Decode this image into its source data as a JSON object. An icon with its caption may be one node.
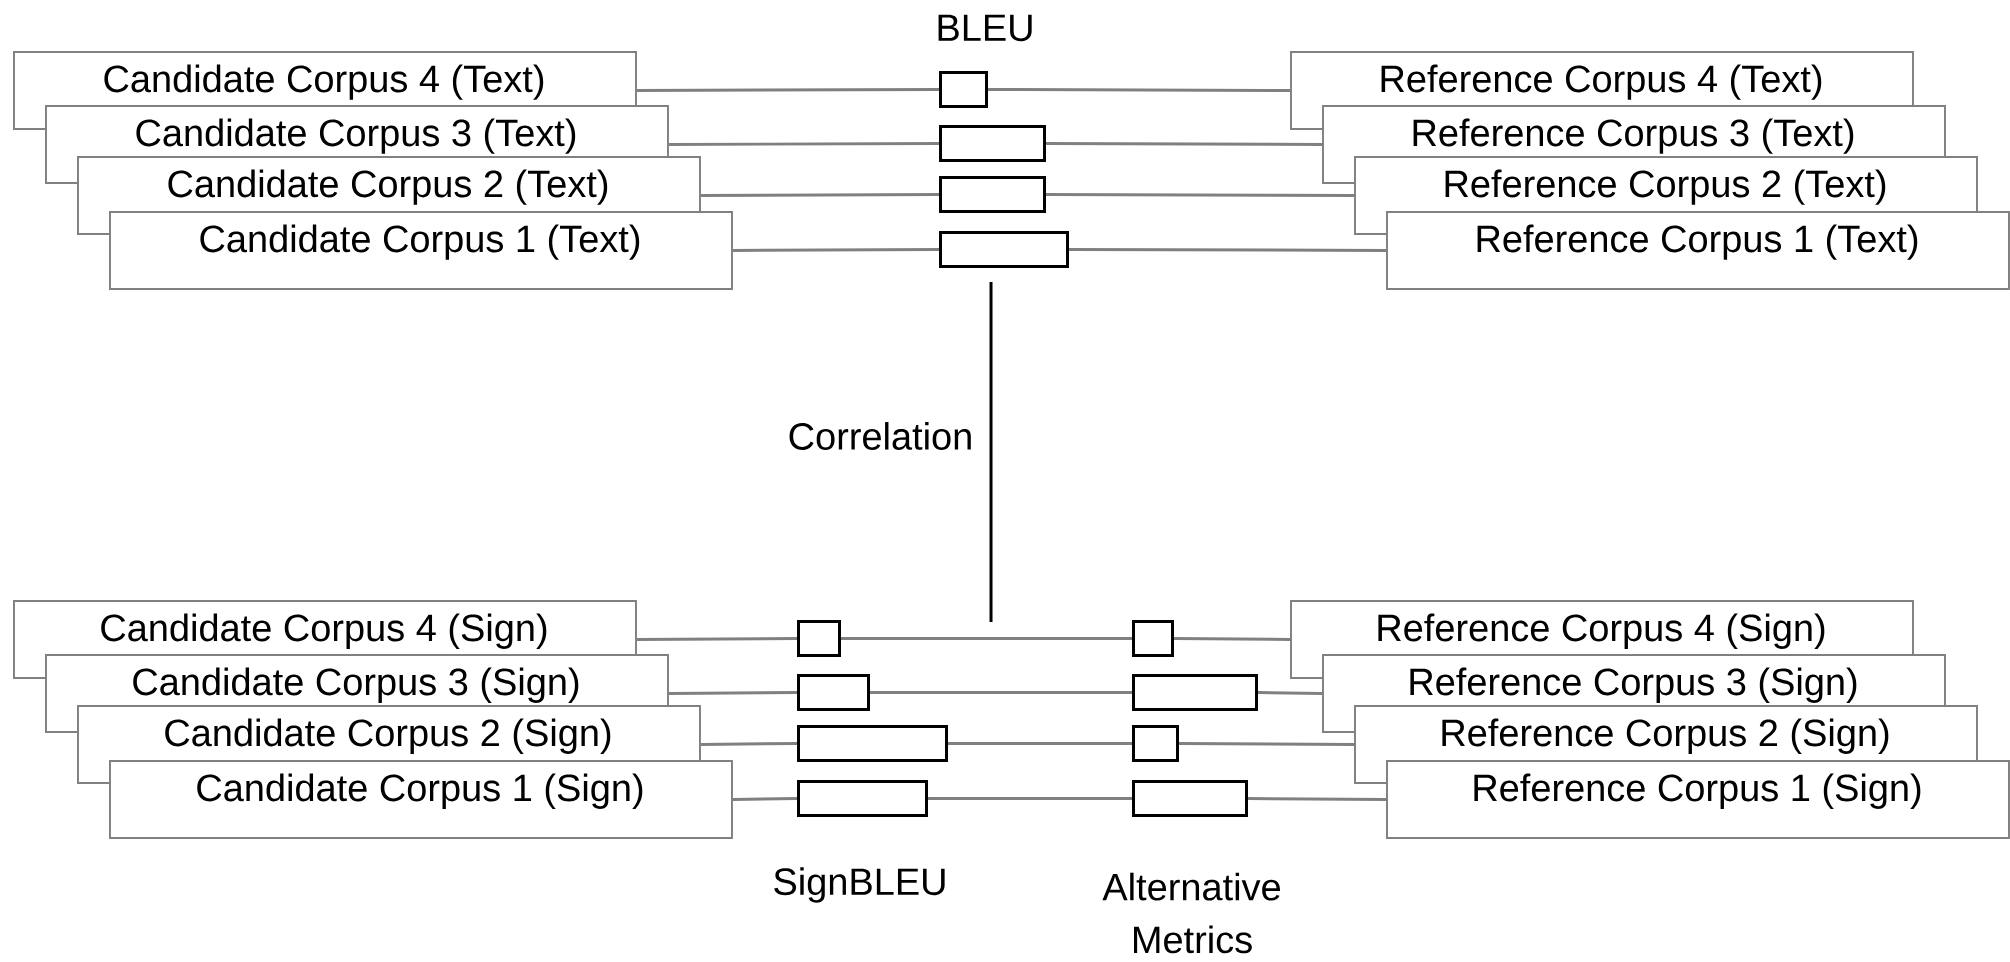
{
  "diagram": {
    "nodes": [
      {
        "text": [
          "Candidate Corpus 4 (Text)"
        ]
      },
      {
        "text": [
          "Candidate Corpus 3 (Text)"
        ]
      },
      {
        "text": [
          "Candidate Corpus 2 (Text)"
        ]
      },
      {
        "text": [
          "Candidate Corpus 1 (Text)"
        ]
      },
      {
        "text": [],
        "shape": "bar"
      },
      {
        "text": [],
        "shape": "bar"
      },
      {
        "text": [],
        "shape": "bar"
      },
      {
        "text": [],
        "shape": "bar"
      },
      {
        "text": [
          "Reference Corpus 4 (Text)"
        ]
      },
      {
        "text": [
          "Reference Corpus 3 (Text)"
        ]
      },
      {
        "text": [
          "Reference Corpus 2 (Text)"
        ]
      },
      {
        "text": [
          "Reference Corpus 1 (Text)"
        ]
      },
      {
        "text": [
          "Candidate Corpus 4 (Sign)"
        ]
      },
      {
        "text": [
          "Candidate Corpus 3 (Sign)"
        ]
      },
      {
        "text": [
          "Candidate Corpus 2 (Sign)"
        ]
      },
      {
        "text": [
          "Candidate Corpus 1 (Sign)"
        ]
      },
      {
        "text": [],
        "shape": "bar"
      },
      {
        "text": [],
        "shape": "bar"
      },
      {
        "text": [],
        "shape": "bar"
      },
      {
        "text": [],
        "shape": "bar"
      },
      {
        "text": [],
        "shape": "bar"
      },
      {
        "text": [],
        "shape": "bar"
      },
      {
        "text": [],
        "shape": "bar"
      },
      {
        "text": [],
        "shape": "bar"
      },
      {
        "text": [
          "Reference Corpus 4 (Sign)"
        ]
      },
      {
        "text": [
          "Reference Corpus 3 (Sign)"
        ]
      },
      {
        "text": [
          "Reference Corpus 2 (Sign)"
        ]
      },
      {
        "text": [
          "Reference Corpus 1 (Sign)"
        ]
      }
    ],
    "edges": [
      {
        "from": 0,
        "to": 4,
        "arrow": "none"
      },
      {
        "from": 1,
        "to": 5,
        "arrow": "none"
      },
      {
        "from": 2,
        "to": 6,
        "arrow": "none"
      },
      {
        "from": 3,
        "to": 7,
        "arrow": "none"
      },
      {
        "from": 4,
        "to": 8,
        "arrow": "none"
      },
      {
        "from": 5,
        "to": 9,
        "arrow": "none"
      },
      {
        "from": 6,
        "to": 10,
        "arrow": "none"
      },
      {
        "from": 7,
        "to": 11,
        "arrow": "none"
      },
      {
        "from": 12,
        "to": 16,
        "arrow": "none"
      },
      {
        "from": 13,
        "to": 17,
        "arrow": "none"
      },
      {
        "from": 14,
        "to": 18,
        "arrow": "none"
      },
      {
        "from": 15,
        "to": 19,
        "arrow": "none"
      },
      {
        "from": 16,
        "to": 20,
        "arrow": "none"
      },
      {
        "from": 17,
        "to": 21,
        "arrow": "none"
      },
      {
        "from": 18,
        "to": 22,
        "arrow": "none"
      },
      {
        "from": 19,
        "to": 23,
        "arrow": "none"
      },
      {
        "from": 20,
        "to": 24,
        "arrow": "none"
      },
      {
        "from": 21,
        "to": 25,
        "arrow": "none"
      },
      {
        "from": 22,
        "to": 26,
        "arrow": "none"
      },
      {
        "from": 23,
        "to": 27,
        "arrow": "none"
      }
    ],
    "labels": [
      "BLEU",
      "Correlation",
      "SignBLEU",
      "Alternative Metrics"
    ]
  }
}
